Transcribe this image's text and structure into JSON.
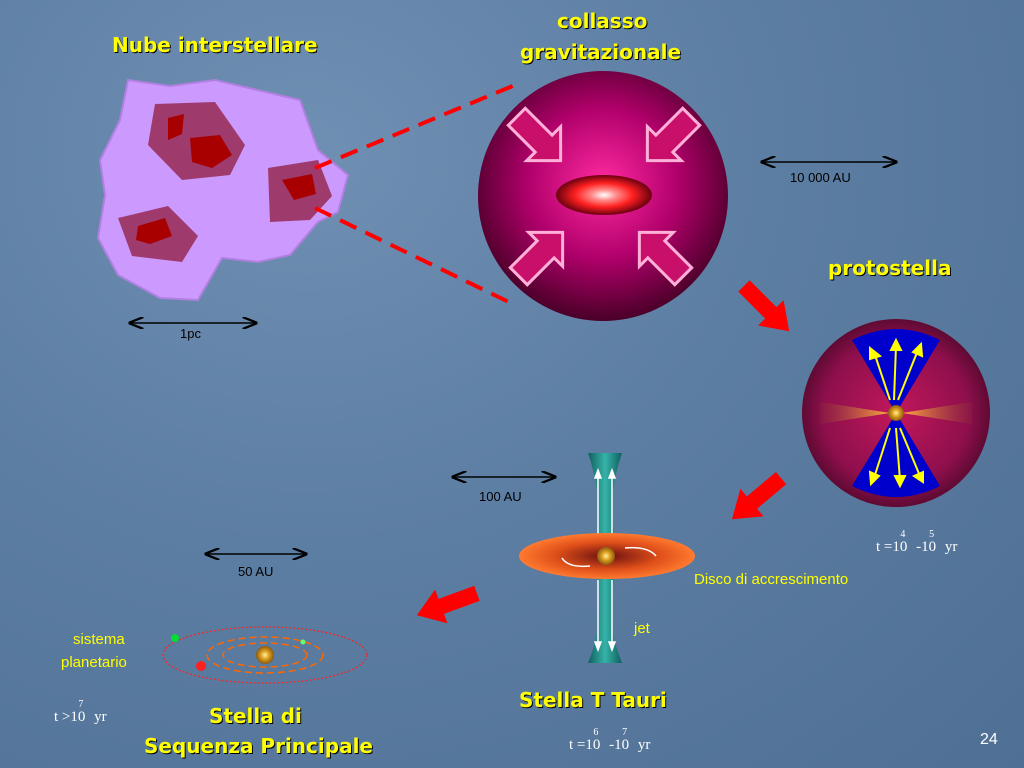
{
  "labels": {
    "nube": "Nube interstellare",
    "collasso_1": "collasso",
    "collasso_2": "gravitazionale",
    "protostella": "protostella",
    "t_tauri": "Stella T Tauri",
    "main_seq_1": "Stella di",
    "main_seq_2": "Sequenza Principale",
    "disco": "Disco di accrescimento",
    "jet": "jet",
    "sistema_1": "sistema",
    "sistema_2": "planetario"
  },
  "scales": {
    "cloud": "1pc",
    "collapse": "10 000 AU",
    "ttauri": "100 AU",
    "mainseq": "50 AU"
  },
  "times": {
    "protostar": {
      "prefix": "t =10",
      "mid": " -10",
      "suffix": " yr",
      "exp1": "4",
      "exp2": "5"
    },
    "ttauri": {
      "prefix": "t =10",
      "mid": " -10",
      "suffix": " yr",
      "exp1": "6",
      "exp2": "7"
    },
    "mainseq": {
      "prefix": "t >10",
      "suffix": " yr",
      "exp1": "7"
    }
  },
  "page_number": "24",
  "colors": {
    "title": "#ffff00",
    "arrow": "#ff0000",
    "cloud": "#cc99ff",
    "sphere": "#b0006a",
    "cone": "#0000cc",
    "disk": "#ff6600",
    "jet": "#009999"
  }
}
